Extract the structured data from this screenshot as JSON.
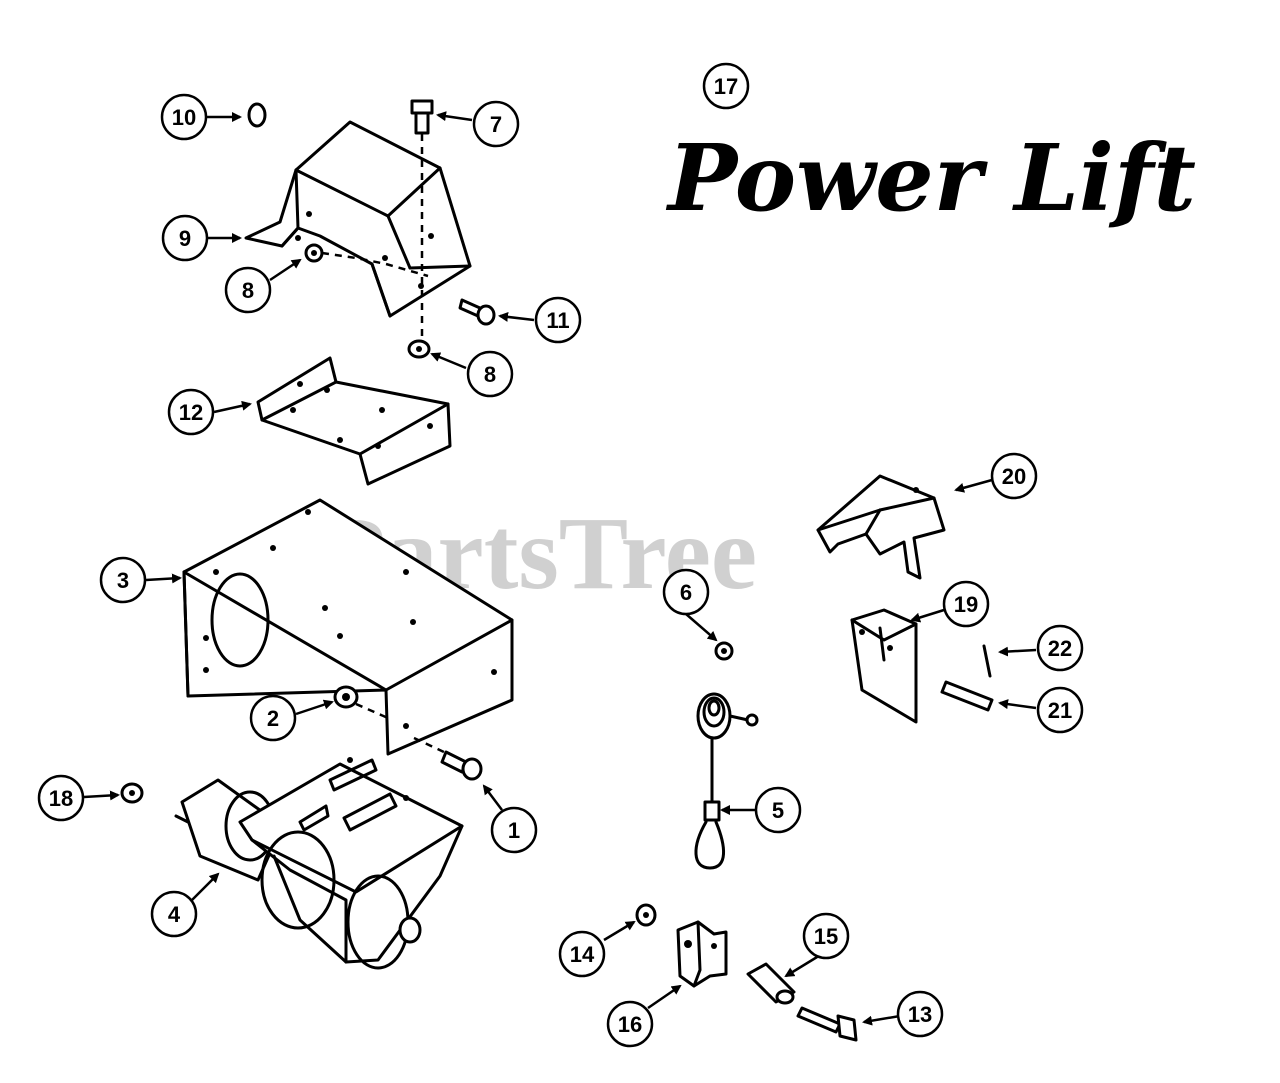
{
  "diagram": {
    "title": "Power Lift",
    "title_callout": "17",
    "watermark": "PartsTree",
    "callouts": [
      "10",
      "7",
      "9",
      "8",
      "11",
      "8",
      "12",
      "3",
      "2",
      "18",
      "1",
      "4",
      "20",
      "6",
      "19",
      "22",
      "21",
      "5",
      "14",
      "15",
      "16",
      "13"
    ]
  }
}
